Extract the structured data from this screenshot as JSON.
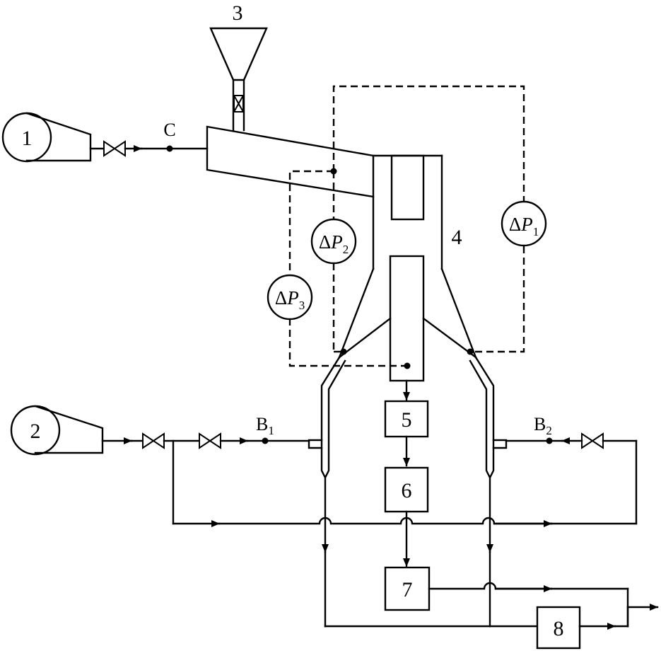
{
  "labels": {
    "fan_1": "1",
    "fan_2": "2",
    "hopper": "3",
    "reactor": "4",
    "unit_5": "5",
    "unit_6": "6",
    "unit_7": "7",
    "unit_8": "8",
    "point_c": "C",
    "point_b1": "B",
    "point_b1_sub": "1",
    "point_b2": "B",
    "point_b2_sub": "2"
  },
  "gauges": {
    "dp1": {
      "delta": "Δ",
      "var": "P",
      "sub": "1"
    },
    "dp2": {
      "delta": "Δ",
      "var": "P",
      "sub": "2"
    },
    "dp3": {
      "delta": "Δ",
      "var": "P",
      "sub": "3"
    }
  }
}
